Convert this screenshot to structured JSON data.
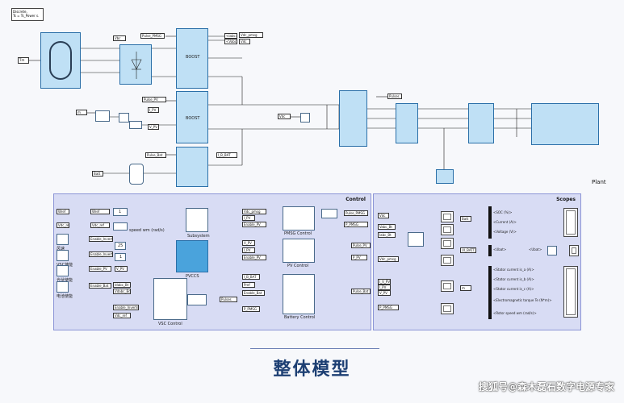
{
  "discrete": {
    "line1": "Discrete,",
    "line2": "Ts = Ts_Power s."
  },
  "plant_label": "Plant",
  "top": {
    "tags_left": [
      "Tm",
      "Vbc",
      "m"
    ],
    "pulse_pmsg": "Pulse_PMSG",
    "boost_a": "BOOST",
    "boost_b": "BOOST",
    "iabc": "<Iabc>",
    "vabc": "<Vabc>",
    "vdc_pmsg": "Vdc_pmsg",
    "vdc": "Vdc",
    "pulse_pv": "Pulse_PV",
    "i_pv": "I_PV",
    "v_pv": "V_PV",
    "pulse_bat": "Pulse_Bat",
    "i_batt": "I_B_BAT",
    "batt": "Batt",
    "pulses": "Pulses",
    "vdc_label": "Vdc"
  },
  "control": {
    "title": "Control",
    "pmsg": "PMSG Control",
    "pv": "PV Control",
    "battery": "Battery Control",
    "vsc": "VSC Control",
    "pvccs": "PVCCS",
    "subsystem": "Subsystem",
    "speed_label": "speed wm (rad/s)",
    "tags": [
      "Wref",
      "Vdc_ref",
      "Enable_Inverter",
      "Enable_Inverter",
      "Enable_PV",
      "V_PV",
      "Idabc_Bt",
      "Vdabc_Bd",
      "Enable_Inverter",
      "Vdc_ref",
      "Vdc_pmsg",
      "I_PV",
      "V_PV",
      "Enable_PV",
      "I_PV",
      "V_PV",
      "Enable_PV",
      "I_B_BAT",
      "Pref",
      "Enable_Bat",
      "P_PMSG",
      "Pulse_PMSG",
      "P_PMSG",
      "Pulse_PV",
      "P_PV",
      "Pulse_Bat",
      "Pulses"
    ],
    "consts": [
      "1",
      "25",
      "1"
    ],
    "side_labels": [
      "风速",
      "VSC使能",
      "光伏使能",
      "电池使能"
    ]
  },
  "scopes": {
    "title": "Scopes",
    "tags": [
      "Vdc",
      "Vabc_Bt",
      "Iabc_Bt",
      "Vdc_pmsg",
      "I_V_PV",
      "I_PV",
      "V_PV",
      "P_PMSG",
      "Batt",
      "UI_BATT",
      "m"
    ],
    "signals": [
      "<SOC (%)>",
      "<Current (A)>",
      "<Voltage (V)>",
      "<Ubat>",
      "<Ubat>",
      "<Stator current is_a (A)>",
      "<Stator current is_b (A)>",
      "<Stator current is_c (A)>",
      "<Electromagnetic torque Te (N*m)>",
      "<Rotor speed wm (rad/s)>"
    ]
  },
  "main_title": "整体模型",
  "watermark": "搜狐号@森木磊石数字电源专家"
}
